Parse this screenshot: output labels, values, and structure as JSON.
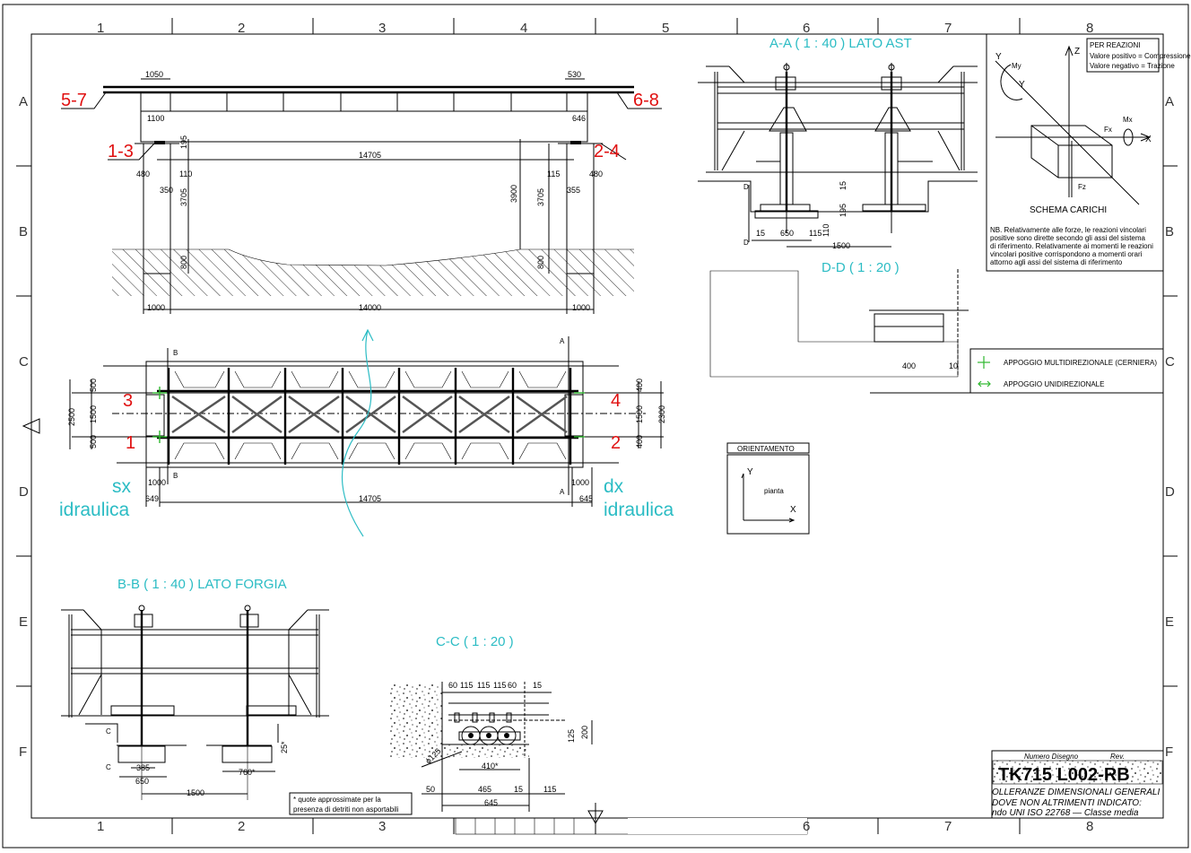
{
  "grid": {
    "columns": [
      "1",
      "2",
      "3",
      "4",
      "5",
      "6",
      "7",
      "8"
    ],
    "rows": [
      "A",
      "B",
      "C",
      "D",
      "E",
      "F"
    ]
  },
  "elevation": {
    "markers": {
      "left_top": "5-7",
      "right_top": "6-8",
      "left_bearing": "1-3",
      "right_bearing": "2-4"
    },
    "dims": {
      "d1050": "1050",
      "d530": "530",
      "d1100": "1100",
      "d646": "646",
      "d195": "195",
      "d14705": "14705",
      "d480l": "480",
      "d110": "110",
      "d350": "350",
      "d3705l": "3705",
      "d3900": "3900",
      "d3705r": "3705",
      "d115": "115",
      "d355": "355",
      "d480r": "480",
      "d800l": "800",
      "d800r": "800",
      "d1000l": "1000",
      "d14000": "14000",
      "d1000r": "1000"
    }
  },
  "plan": {
    "markers": {
      "p1": "1",
      "p2": "2",
      "p3": "3",
      "p4": "4"
    },
    "sides": {
      "sx": "sx",
      "dx": "dx",
      "hydraulic_left": "idraulica",
      "hydraulic_right": "idraulica"
    },
    "section_marks": {
      "b": "B",
      "a": "A"
    },
    "dims": {
      "d2500": "2500",
      "d500a": "500",
      "d1500l": "1500",
      "d500b": "500",
      "d400a": "400",
      "d1500r": "1500",
      "d400b": "400",
      "d2300": "2300",
      "d1000l": "1000",
      "d1000r": "1000",
      "d649": "649",
      "d14705": "14705",
      "d645": "645"
    }
  },
  "section_aa": {
    "title": "A-A ( 1 : 40 )  LATO AST",
    "dims": {
      "d15a": "15",
      "d195": "195",
      "d15b": "15",
      "d650": "650",
      "d115": "115",
      "d110": "110",
      "d1500": "1500"
    },
    "mark": "D"
  },
  "section_dd": {
    "title": "D-D ( 1 : 20 )",
    "dims": {
      "d400": "400",
      "d10": "10"
    }
  },
  "section_bb": {
    "title": "B-B ( 1 : 40 ) LATO FORGIA",
    "dims": {
      "d385": "385",
      "d650": "650",
      "d1500": "1500",
      "d760": "760*",
      "d25": "25*"
    },
    "mark": "C"
  },
  "section_cc": {
    "title": "C-C ( 1 : 20 )",
    "dims": {
      "d60a": "60",
      "d115a": "115",
      "d115b": "115",
      "d115c": "115",
      "d60b": "60",
      "d15": "15",
      "d125": "125",
      "d200": "200",
      "dphi": "ϕ125",
      "d410": "410*",
      "d50": "50",
      "d465": "465",
      "d15b": "15",
      "d115d": "115",
      "d645": "645"
    }
  },
  "note": {
    "line1": "* quote approssimate per la",
    "line2": "presenza di detriti non asportabili"
  },
  "load_scheme": {
    "reactions_title": "PER REAZIONI",
    "positive": "Valore positivo = Compressione",
    "negative": "Valore negativo = Trazione",
    "axes": {
      "x": "X",
      "y": "Y",
      "z": "Z",
      "y2": "Y"
    },
    "forces": {
      "fx": "Fx",
      "fz": "Fz",
      "mx": "Mx",
      "my": "My"
    },
    "title": "SCHEMA CARICHI",
    "nb": [
      "NB. Relativamente alle forze, le reazioni vincolari",
      "positive sono dirette secondo gli assi del sistema",
      "di riferimento. Relativamente ai momenti le reazioni",
      "vincolari positive corrispondono a momenti orari",
      "attorno agli assi del sistema di riferimento"
    ]
  },
  "legend": {
    "multi": "APPOGGIO MULTIDIREZIONALE (CERNIERA)",
    "uni": "APPOGGIO UNIDIREZIONALE",
    "green": "#2eb82e"
  },
  "orientation": {
    "title": "ORIENTAMENTO",
    "label": "pianta",
    "x": "X",
    "y": "Y"
  },
  "title_block": {
    "number_label": "Numero Disegno",
    "rev_label": "Rev.",
    "number": "TK715 L002-RB",
    "tol1": "OLLERANZE DIMENSIONALI GENERALI",
    "tol2": "DOVE NON ALTRIMENTI INDICATO:",
    "tol3": "ndo UNI ISO 22768 — Classe media"
  },
  "colors": {
    "red": "#e01010",
    "cyan": "#2bbcc4",
    "green": "#2eb82e"
  }
}
